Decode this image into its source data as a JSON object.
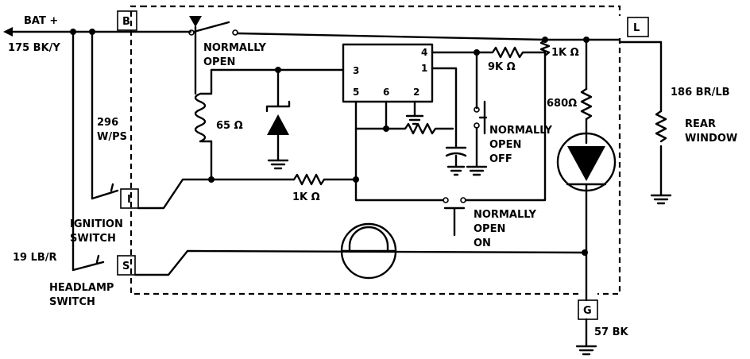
{
  "labels": {
    "bat": "BAT +",
    "wire_175": "175 BK/Y",
    "wire_296_line1": "296",
    "wire_296_line2": "W/PS",
    "ignition_line1": "IGNITION",
    "ignition_line2": "SWITCH",
    "wire_19": "19 LB/R",
    "headlamp_line1": "HEADLAMP",
    "headlamp_line2": "SWITCH",
    "relay_no_line1": "NORMALLY",
    "relay_no_line2": "OPEN",
    "coil_res": "65 Ω",
    "res_1k_mid": "1K Ω",
    "res_9k": "9K Ω",
    "res_1k_top": "1K Ω",
    "res_680": "680Ω",
    "sw_off_line1": "NORMALLY",
    "sw_off_line2": "OPEN",
    "sw_off_line3": "OFF",
    "sw_on_line1": "NORMALLY",
    "sw_on_line2": "OPEN",
    "sw_on_line3": "ON",
    "wire_186": "186 BR/LB",
    "rear_line1": "REAR",
    "rear_line2": "WINDOW",
    "wire_57": "57 BK"
  },
  "terminals": {
    "b": "B",
    "i": "I",
    "s": "S",
    "l": "L",
    "g": "G"
  },
  "ic_pins": {
    "p1": "1",
    "p2": "2",
    "p3": "3",
    "p4": "4",
    "p5": "5",
    "p6": "6"
  }
}
